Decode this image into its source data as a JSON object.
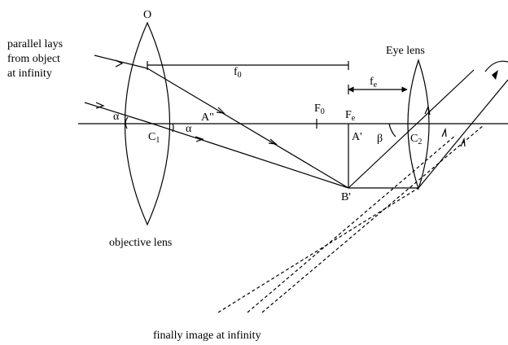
{
  "labels": {
    "parallel_rays": [
      "parallel lays",
      "from object",
      "at infinity"
    ],
    "objective_top": "O",
    "objective_lens": "objective lens",
    "eye_lens": "Eye lens",
    "focal_objective": "f",
    "focal_objective_sub": "0",
    "focal_eye": "f",
    "focal_eye_sub": "e",
    "F0": "F",
    "F0_sub": "0",
    "Fe": "F",
    "Fe_sub": "e",
    "A_double": "A\"",
    "A_prime": "A'",
    "B_prime": "B'",
    "C1": "C",
    "C1_sub": "1",
    "C2": "C",
    "C2_sub": "2",
    "alpha_left": "α",
    "alpha_right": "α",
    "beta": "β",
    "final_image": "finally image at infinity"
  }
}
